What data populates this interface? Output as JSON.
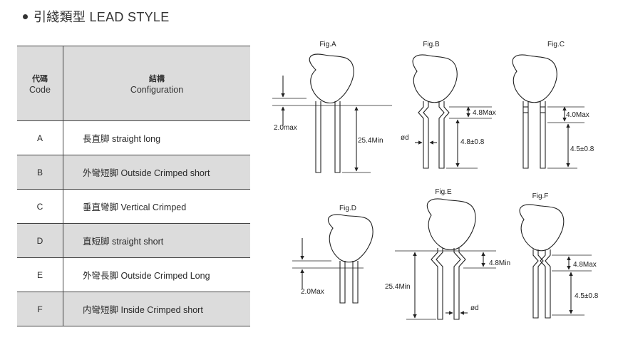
{
  "title": {
    "bullet": "•",
    "text": "引綫類型 LEAD STYLE"
  },
  "table": {
    "header": {
      "code_zh": "代碼",
      "code_en": "Code",
      "config_zh": "結構",
      "config_en": "Configuration"
    },
    "rows": [
      {
        "code": "A",
        "config": "長直脚 straight long"
      },
      {
        "code": "B",
        "config": "外彎短脚 Outside Crimped short"
      },
      {
        "code": "C",
        "config": "垂直彎脚 Vertical Crimped"
      },
      {
        "code": "D",
        "config": "直短脚 straight short"
      },
      {
        "code": "E",
        "config": "外彎長脚 Outside Crimped Long"
      },
      {
        "code": "F",
        "config": "内彎短脚 Inside Crimped short"
      }
    ]
  },
  "figures": {
    "a": {
      "label": "Fig.A",
      "dim1": "2.0max",
      "dim2": "25.4Min"
    },
    "b": {
      "label": "Fig.B",
      "dim1": "4.8Max",
      "dim2": "4.8±0.8",
      "dim3": "ød"
    },
    "c": {
      "label": "Fig.C",
      "dim1": "4.0Max",
      "dim2": "4.5±0.8"
    },
    "d": {
      "label": "Fig.D",
      "dim1": "2.0Max"
    },
    "e": {
      "label": "Fig.E",
      "dim1": "4.8Min",
      "dim2": "25.4Min",
      "dim3": "ød"
    },
    "f": {
      "label": "Fig.F",
      "dim1": "4.8Max",
      "dim2": "4.5±0.8"
    }
  }
}
